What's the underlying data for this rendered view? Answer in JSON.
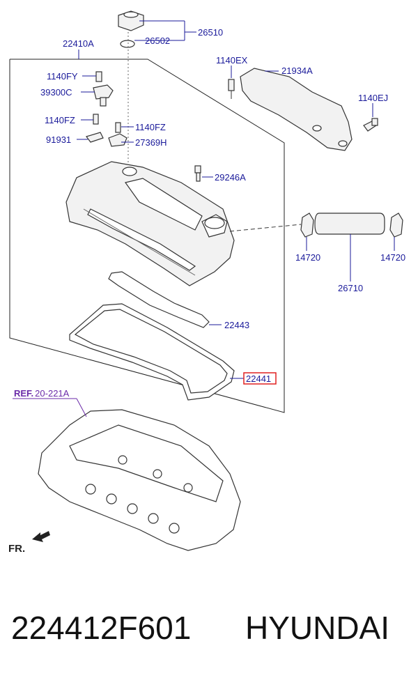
{
  "labels": {
    "assembly": "22410A",
    "cap_group": "26510",
    "oring": "26502",
    "bolt_fy": "1140FY",
    "sensor": "39300C",
    "bolt_fz_left": "1140FZ",
    "bolt_fz_right": "1140FZ",
    "bracket": "91931",
    "clip": "27369H",
    "bolt_ex": "1140EX",
    "cover_plate": "21934A",
    "bolt_ej": "1140EJ",
    "bolt_29246": "29246A",
    "hose_clamp_left": "14720",
    "hose_clamp_right": "14720",
    "hose": "26710",
    "gasket_upper": "22443",
    "gasket_lower": "22441",
    "ref_prefix": "REF.",
    "ref_code": "20-221A",
    "front": "FR."
  },
  "footer": {
    "part_number": "224412F601",
    "brand": "HYUNDAI"
  },
  "colors": {
    "label": "#1a1a9a",
    "highlight": "#e02020",
    "ref": "#6a2aa8"
  }
}
